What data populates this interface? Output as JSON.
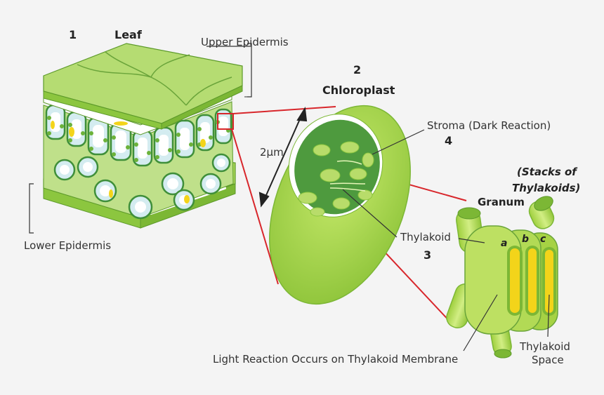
{
  "labels": {
    "leaf_number": "1",
    "leaf": "Leaf",
    "upper_epidermis": "Upper Epidermis",
    "lower_epidermis": "Lower Epidermis",
    "chloroplast_number": "2",
    "chloroplast": "Chloroplast",
    "size": "2µm",
    "stroma": "Stroma (Dark Reaction)",
    "stroma_number": "4",
    "thylakoid": "Thylakoid",
    "thylakoid_number": "3",
    "stacks_line1": "(Stacks of",
    "stacks_line2": "Thylakoids)",
    "granum": "Granum",
    "letter_a": "a",
    "letter_b": "b",
    "letter_c": "c",
    "light_reaction": "Light Reaction Occurs on Thylakoid Membrane",
    "thylakoid_space_line1": "Thylakoid",
    "thylakoid_space_line2": "Space"
  },
  "colors": {
    "background": "#f4f4f4",
    "leaf_top": "#b5dc72",
    "leaf_dark": "#8cc63f",
    "cell_fill": "#d4ecf0",
    "chloroplast_fill": "#a6d244",
    "chloroplast_dark": "#4a9a3c",
    "yellow": "#f3d41a",
    "zoom_line": "#d8262b",
    "ink": "#222222"
  }
}
